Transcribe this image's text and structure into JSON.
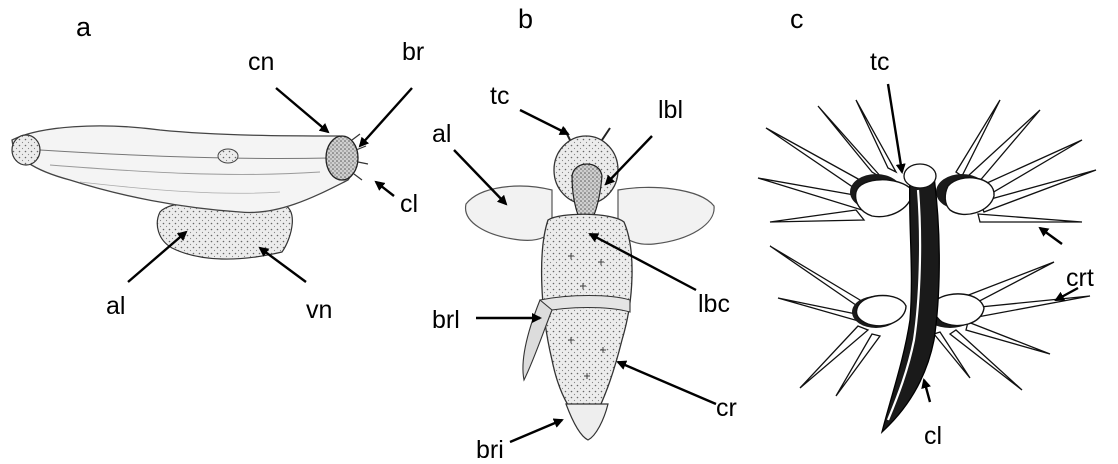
{
  "panels": [
    {
      "id": "a",
      "letter": "a",
      "labels": {
        "cn": "cn",
        "br": "br",
        "cl": "cl",
        "al": "al",
        "vn": "vn"
      }
    },
    {
      "id": "b",
      "letter": "b",
      "labels": {
        "tc": "tc",
        "lbl": "lbl",
        "al": "al",
        "lbc": "lbc",
        "brl": "brl",
        "cr": "cr",
        "bri": "bri"
      }
    },
    {
      "id": "c",
      "letter": "c",
      "labels": {
        "tc": "tc",
        "crt": "crt",
        "cl": "cl"
      }
    }
  ],
  "colors": {
    "ink": "#000000",
    "shade": "#8a8a8a",
    "wing": "#f2f2f2",
    "dark": "#1a1a1a"
  }
}
